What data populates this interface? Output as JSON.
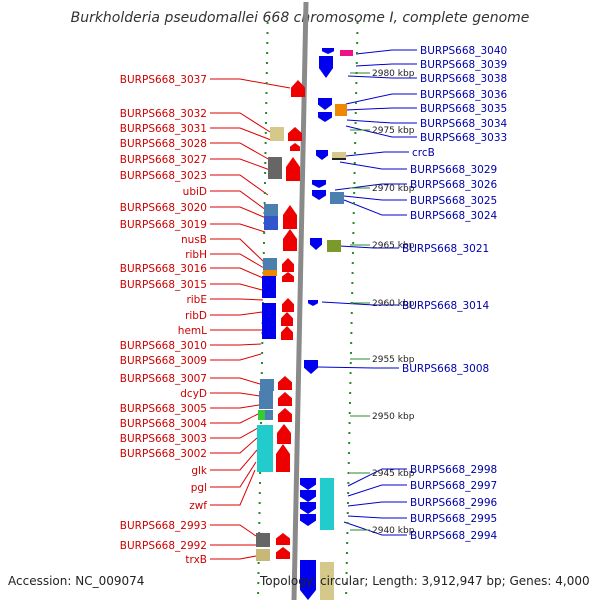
{
  "title": "Burkholderia pseudomallei 668 chromosome I, complete genome",
  "footer": {
    "accession": "Accession: NC_009074",
    "summary": "Topology: circular; Length: 3,912,947 bp; Genes: 4,000"
  },
  "scale_labels": [
    "2980 kbp",
    "2975 kbp",
    "2970 kbp",
    "2965 kbp",
    "2960 kbp",
    "2955 kbp",
    "2950 kbp",
    "2945 kbp",
    "2940 kbp"
  ],
  "left_labels": [
    "BURPS668_3037",
    "BURPS668_3032",
    "BURPS668_3031",
    "BURPS668_3028",
    "BURPS668_3027",
    "BURPS668_3023",
    "ubiD",
    "BURPS668_3020",
    "BURPS668_3019",
    "nusB",
    "ribH",
    "BURPS668_3016",
    "BURPS668_3015",
    "ribE",
    "ribD",
    "hemL",
    "BURPS668_3010",
    "BURPS668_3009",
    "BURPS668_3007",
    "dcyD",
    "BURPS668_3005",
    "BURPS668_3004",
    "BURPS668_3003",
    "BURPS668_3002",
    "glk",
    "pgl",
    "zwf",
    "BURPS668_2993",
    "BURPS668_2992",
    "trxB"
  ],
  "right_labels": [
    "BURPS668_3040",
    "BURPS668_3039",
    "BURPS668_3038",
    "BURPS668_3036",
    "BURPS668_3035",
    "BURPS668_3034",
    "BURPS668_3033",
    "crcB",
    "BURPS668_3029",
    "BURPS668_3026",
    "BURPS668_3025",
    "BURPS668_3024",
    "BURPS668_3021",
    "BURPS668_3014",
    "BURPS668_3008",
    "BURPS668_2998",
    "BURPS668_2997",
    "BURPS668_2996",
    "BURPS668_2995",
    "BURPS668_2994"
  ],
  "colors": {
    "left_label": "#cc0000",
    "right_label": "#0000aa",
    "left_leader": "#dd0000",
    "right_leader": "#0000cc",
    "backbone": "#8a8a8a",
    "tick": "#2a8a2a",
    "forward_cds": "#ee0000",
    "reverse_cds": "#0000ee"
  }
}
